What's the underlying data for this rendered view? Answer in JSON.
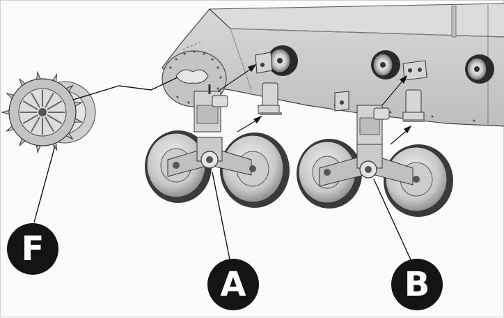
{
  "callouts": {
    "f": {
      "label": "F"
    },
    "a": {
      "label": "A"
    },
    "b": {
      "label": "B"
    }
  },
  "colors": {
    "hull": "#c9cac7",
    "hull_dark": "#9fa09d",
    "metal": "#b9bab7",
    "ink": "#1c1c1c",
    "callout": "#141414"
  }
}
